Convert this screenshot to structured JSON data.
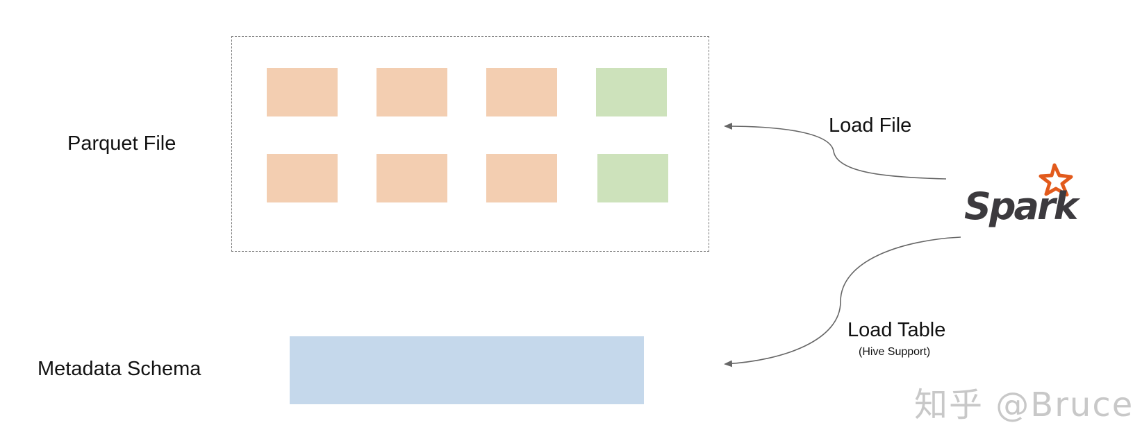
{
  "labels": {
    "parquet_file": "Parquet File",
    "metadata_schema": "Metadata Schema",
    "load_file": "Load File",
    "load_table": "Load Table",
    "hive_support": "(Hive Support)"
  },
  "logo": {
    "text": "Spark",
    "text_color": "#3c3a3e",
    "star_color": "#e25a1c"
  },
  "watermark": "知乎 @Bruce",
  "colors": {
    "orange_block": "#f3ceb1",
    "green_block": "#cde2bb",
    "schema_bar": "#c5d8eb",
    "arrow": "#666666"
  }
}
